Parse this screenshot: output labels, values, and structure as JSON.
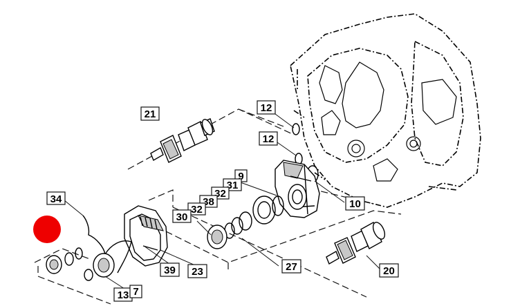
{
  "labels": {
    "l21": "21",
    "l12a": "12",
    "l12b": "12",
    "l9": "9",
    "l31": "31",
    "l32a": "32",
    "l38": "38",
    "l32b": "32",
    "l30": "30",
    "l10": "10",
    "l34": "34",
    "l39": "39",
    "l23": "23",
    "l27": "27",
    "l20": "20",
    "l13": "13",
    "l7": "7"
  },
  "marker": {
    "color": "#ee0000"
  }
}
